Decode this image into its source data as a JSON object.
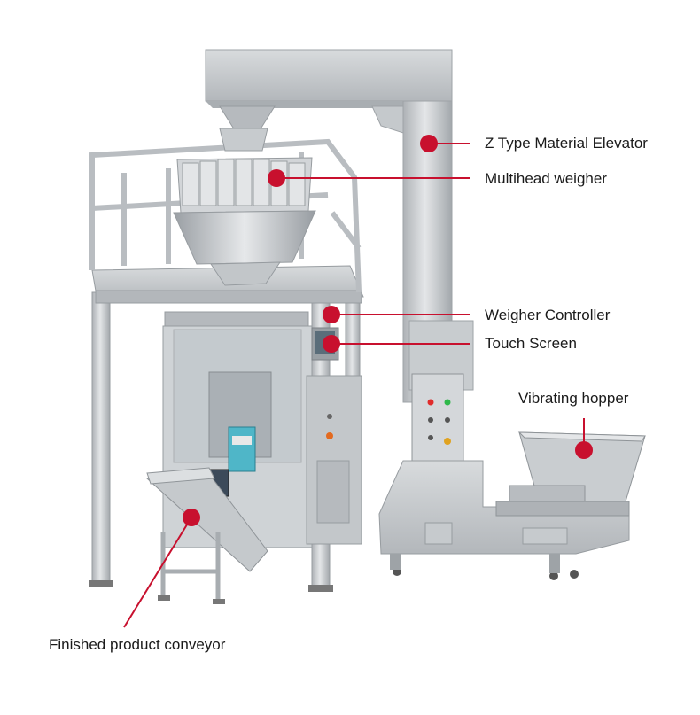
{
  "labels": {
    "elevator": "Z Type Material Elevator",
    "weigher": "Multihead weigher",
    "controller": "Weigher Controller",
    "touch_screen": "Touch Screen",
    "hopper": "Vibrating hopper",
    "conveyor": "Finished product conveyor"
  },
  "colors": {
    "callout": "#c8102e",
    "steel_light": "#d9dcde",
    "steel_mid": "#b9bdc0",
    "steel_dark": "#8e9398",
    "text": "#1a1a1a"
  }
}
